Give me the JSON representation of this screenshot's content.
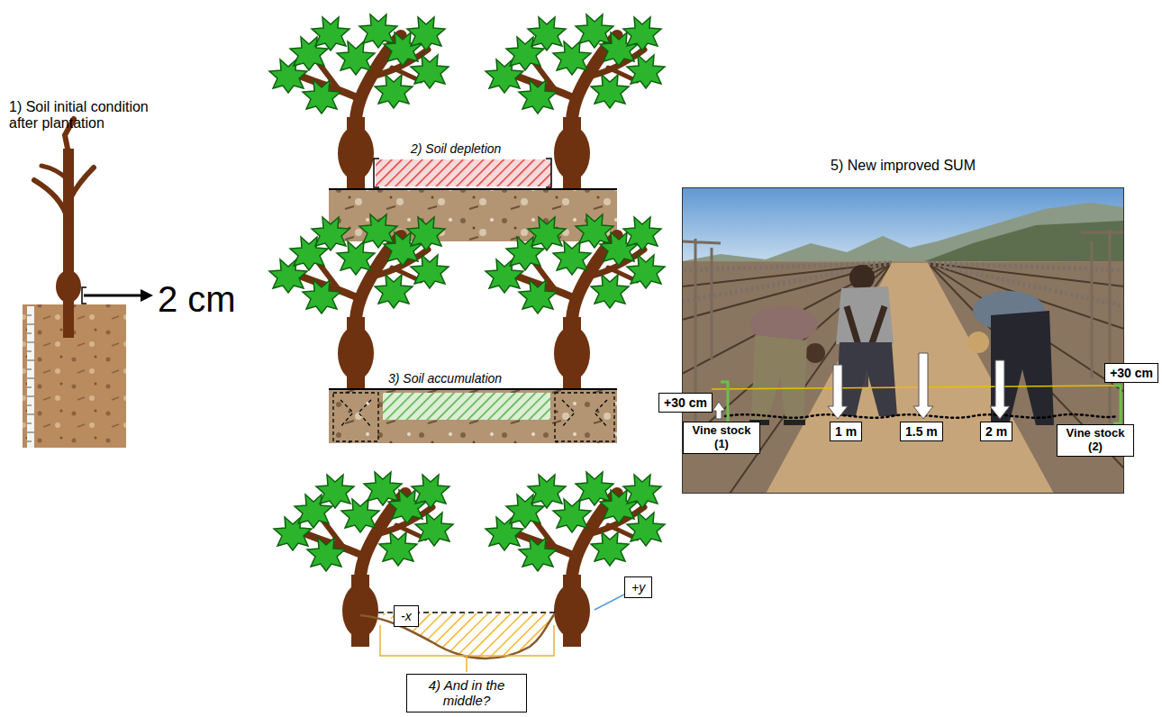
{
  "diagram": {
    "nodes": [
      {
        "text": [
          "-x"
        ]
      },
      {
        "text": [
          "+y"
        ]
      },
      {
        "text": [
          "4) And in the middle?"
        ]
      },
      {
        "text": [
          "5) New improved SUM"
        ]
      },
      {
        "text": [
          "+30 cm"
        ],
        "in": 3
      },
      {
        "text": [
          "Vine stock (1)"
        ],
        "in": 3
      },
      {
        "text": [
          "1 m"
        ],
        "in": 3
      },
      {
        "text": [
          "1.5 m"
        ],
        "in": 3
      },
      {
        "text": [
          "2 m"
        ],
        "in": 3
      },
      {
        "text": [
          "+30 cm"
        ],
        "in": 3
      },
      {
        "text": [
          "Vine stock (2)"
        ],
        "in": 3
      }
    ],
    "labels": [
      "1) Soil initial condition after plantation",
      "2 cm",
      "2) Soil depletion",
      "3) Soil accumulation"
    ]
  }
}
